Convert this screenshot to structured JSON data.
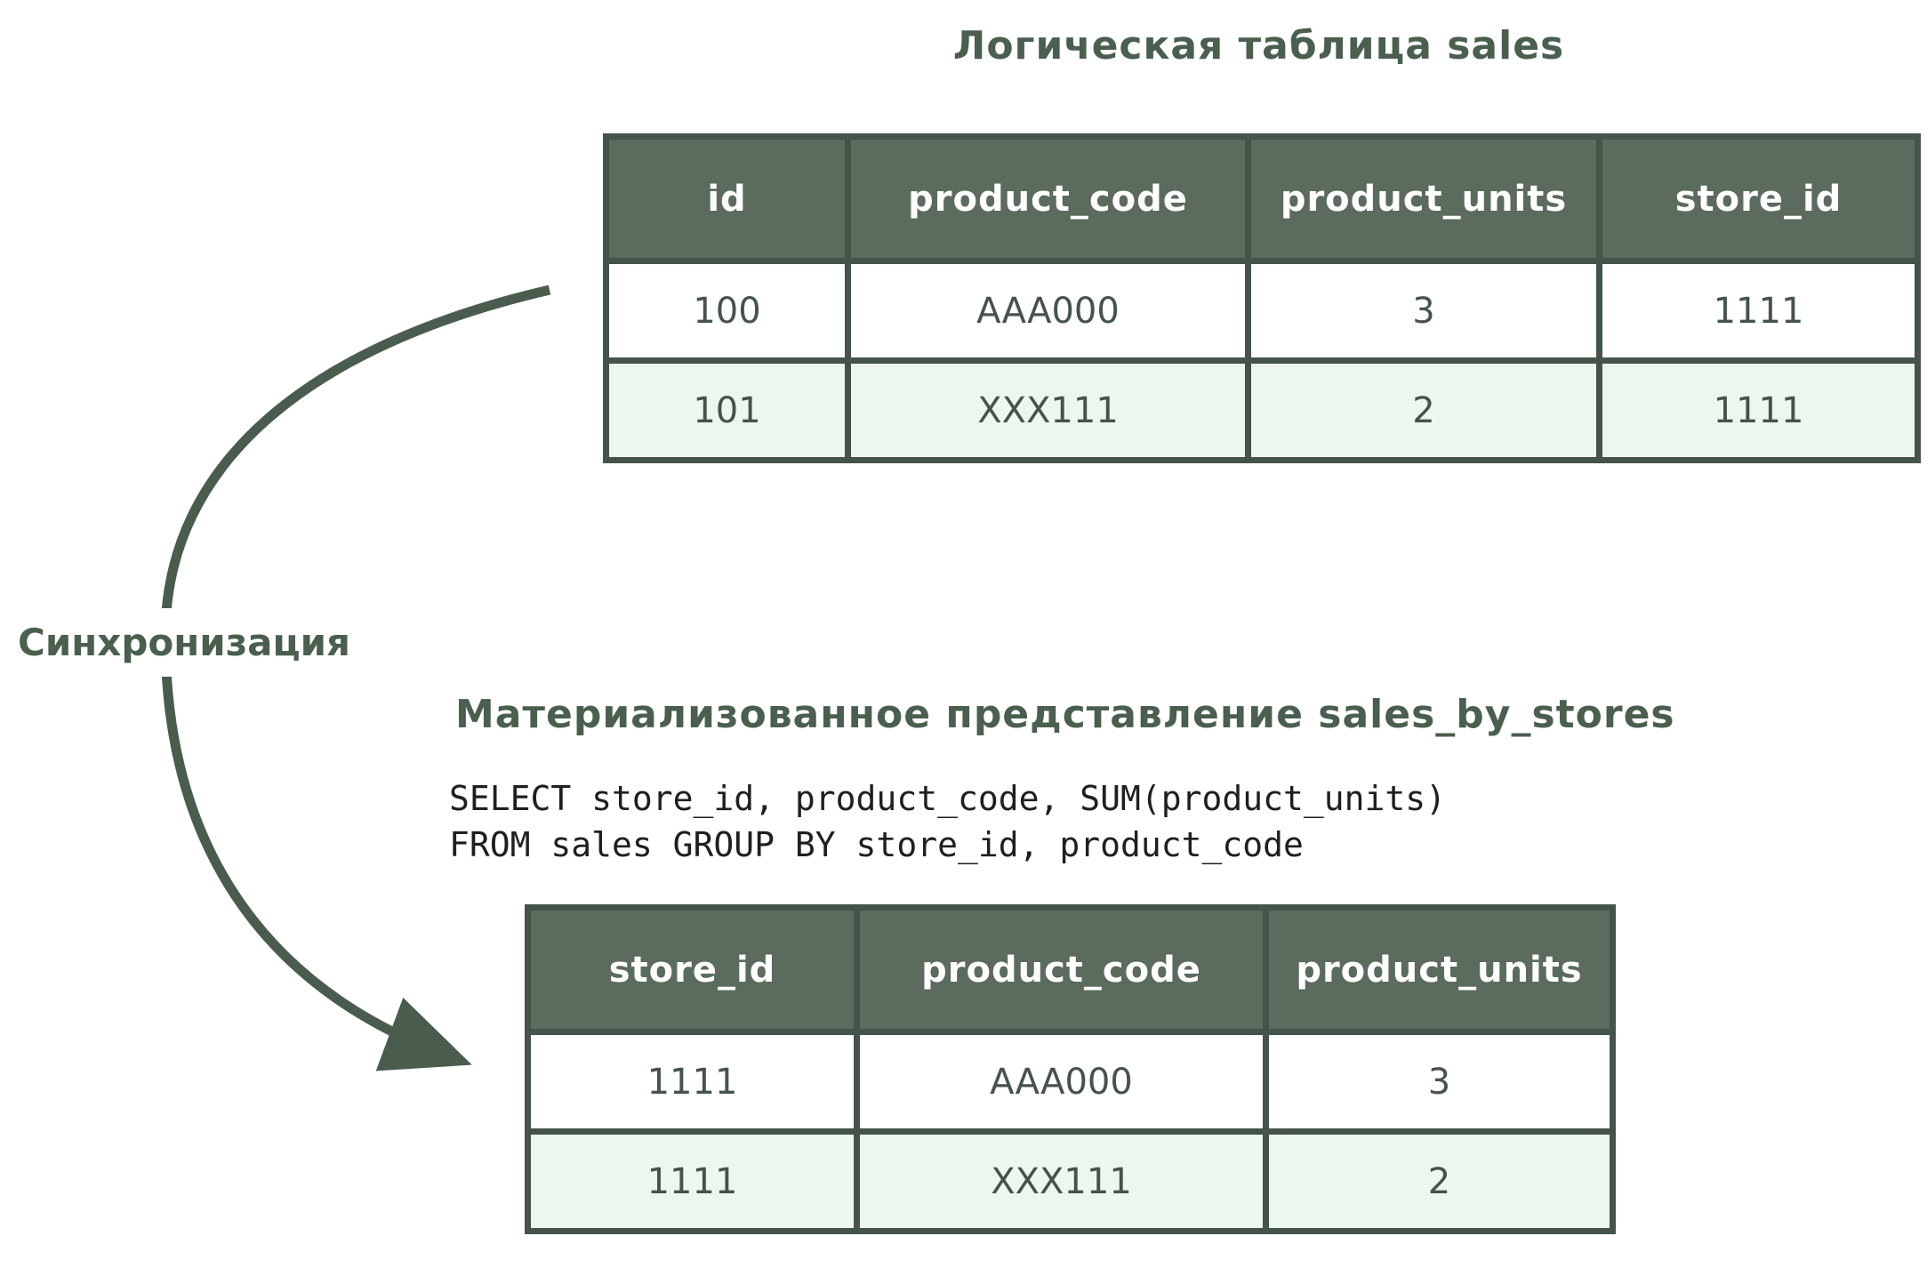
{
  "colors": {
    "border": "#45544a",
    "header_fill": "#5b6b5e",
    "row_alt": "#eef7ef",
    "text_green": "#4a5f4e",
    "sql_text": "#1f1f1f",
    "arrow": "#4a5c4e"
  },
  "logical_table": {
    "title": "Логическая таблица sales",
    "columns": [
      "id",
      "product_code",
      "product_units",
      "store_id"
    ],
    "rows": [
      [
        "100",
        "AAA000",
        "3",
        "1111"
      ],
      [
        "101",
        "XXX111",
        "2",
        "1111"
      ]
    ]
  },
  "sync_label": "Синхронизация",
  "materialized_view": {
    "title": "Материализованное представление sales_by_stores",
    "sql_line1": "SELECT store_id, product_code, SUM(product_units)",
    "sql_line2": "FROM sales GROUP BY store_id, product_code",
    "columns": [
      "store_id",
      "product_code",
      "product_units"
    ],
    "rows": [
      [
        "1111",
        "AAA000",
        "3"
      ],
      [
        "1111",
        "XXX111",
        "2"
      ]
    ]
  }
}
